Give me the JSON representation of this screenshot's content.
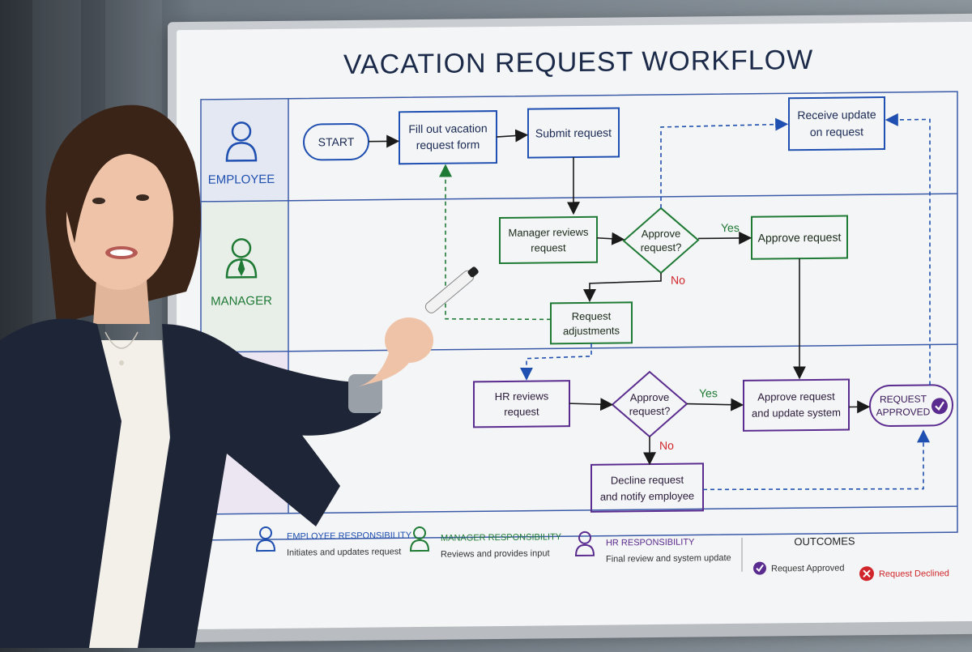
{
  "diagram": {
    "title": "VACATION REQUEST WORKFLOW",
    "lanes": {
      "employee": "EMPLOYEE",
      "manager": "MANAGER"
    },
    "nodes": {
      "start": "START",
      "fill_form": [
        "Fill out vacation",
        "request form"
      ],
      "submit": "Submit request",
      "receive_update": [
        "Receive update",
        "on request"
      ],
      "manager_reviews": [
        "Manager reviews",
        "request"
      ],
      "manager_decision": [
        "Approve",
        "request?"
      ],
      "manager_approve": "Approve request",
      "request_adjustments": [
        "Request",
        "adjustments"
      ],
      "hr_reviews": [
        "HR reviews",
        "request"
      ],
      "hr_decision": [
        "Approve",
        "request?"
      ],
      "hr_approve": [
        "Approve request",
        "and update system"
      ],
      "request_approved": [
        "REQUEST",
        "APPROVED"
      ],
      "decline": [
        "Decline request",
        "and notify employee"
      ]
    },
    "edge_labels": {
      "manager_yes": "Yes",
      "manager_no": "No",
      "hr_yes": "Yes",
      "hr_no": "No"
    },
    "legend": {
      "employee_title": "EMPLOYEE RESPONSIBILITY",
      "employee_desc": "Initiates and updates request",
      "manager_title": "MANAGER RESPONSIBILITY",
      "manager_desc": "Reviews and provides input",
      "hr_title": "HR RESPONSIBILITY",
      "hr_desc": "Final review and system update",
      "outcomes_title": "OUTCOMES",
      "outcome_approved": "Request Approved",
      "outcome_declined": "Request Declined"
    }
  },
  "colors": {
    "employee": "#1f4fb0",
    "manager": "#1f7a35",
    "hr": "#5b2c8f",
    "declined": "#d0262b",
    "ink": "#1a1a1a"
  }
}
